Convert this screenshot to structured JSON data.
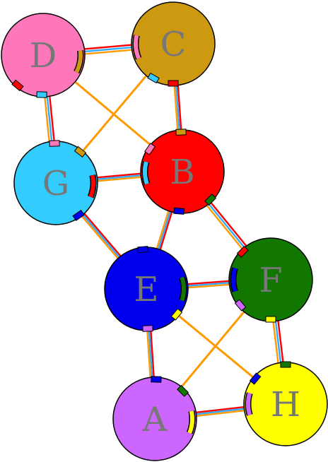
{
  "nodes": [
    {
      "id": "D",
      "label": "D",
      "color": "#ff77bb"
    },
    {
      "id": "C",
      "label": "C",
      "color": "#cc9911"
    },
    {
      "id": "G",
      "label": "G",
      "color": "#33ccff"
    },
    {
      "id": "B",
      "label": "B",
      "color": "#ff0000"
    },
    {
      "id": "E",
      "label": "E",
      "color": "#0000ee"
    },
    {
      "id": "F",
      "label": "F",
      "color": "#117700"
    },
    {
      "id": "A",
      "label": "A",
      "color": "#cc66ff"
    },
    {
      "id": "H",
      "label": "H",
      "color": "#ffff00"
    }
  ],
  "edges": [
    {
      "from": "D",
      "to": "C",
      "style": "triple"
    },
    {
      "from": "D",
      "to": "G",
      "style": "triple"
    },
    {
      "from": "D",
      "to": "B",
      "style": "single"
    },
    {
      "from": "C",
      "to": "G",
      "style": "single"
    },
    {
      "from": "C",
      "to": "B",
      "style": "double"
    },
    {
      "from": "G",
      "to": "B",
      "style": "double"
    },
    {
      "from": "G",
      "to": "E",
      "style": "double"
    },
    {
      "from": "B",
      "to": "E",
      "style": "double"
    },
    {
      "from": "B",
      "to": "F",
      "style": "triple"
    },
    {
      "from": "E",
      "to": "F",
      "style": "double"
    },
    {
      "from": "E",
      "to": "A",
      "style": "double"
    },
    {
      "from": "E",
      "to": "H",
      "style": "single"
    },
    {
      "from": "F",
      "to": "A",
      "style": "single"
    },
    {
      "from": "F",
      "to": "H",
      "style": "triple"
    },
    {
      "from": "A",
      "to": "H",
      "style": "double"
    }
  ],
  "line_colors": {
    "red": "#ff0000",
    "blue": "#33aaff",
    "orange": "#ff9900"
  }
}
